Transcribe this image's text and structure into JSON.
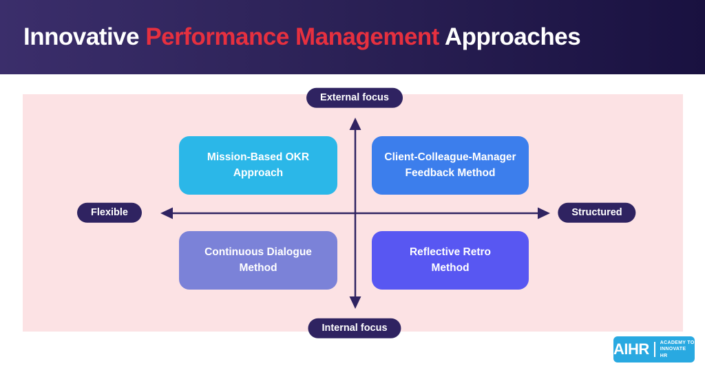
{
  "header": {
    "title_part1": "Innovative ",
    "title_highlight": "Performance Management",
    "title_part2": " Approaches",
    "highlight_color": "#e6303f",
    "background_left": "#3b2e6b",
    "background_right": "#191140"
  },
  "matrix": {
    "axis_labels": {
      "top": "External focus",
      "bottom": "Internal focus",
      "left": "Flexible",
      "right": "Structured"
    },
    "axis_color": "#2f2361",
    "background_color": "#fce2e4",
    "quadrants": [
      {
        "position": "top-left",
        "label": "Mission-Based OKR\nApproach",
        "color": "#2bb7e8"
      },
      {
        "position": "top-right",
        "label": "Client-Colleague-Manager\nFeedback Method",
        "color": "#3c7eec"
      },
      {
        "position": "bottom-left",
        "label": "Continuous Dialogue\nMethod",
        "color": "#7b82d8"
      },
      {
        "position": "bottom-right",
        "label": "Reflective Retro\nMethod",
        "color": "#5857f2"
      }
    ]
  },
  "logo": {
    "brand": "AIHR",
    "tagline_line1": "ACADEMY TO",
    "tagline_line2": "INNOVATE HR",
    "color": "#29a9e1"
  }
}
